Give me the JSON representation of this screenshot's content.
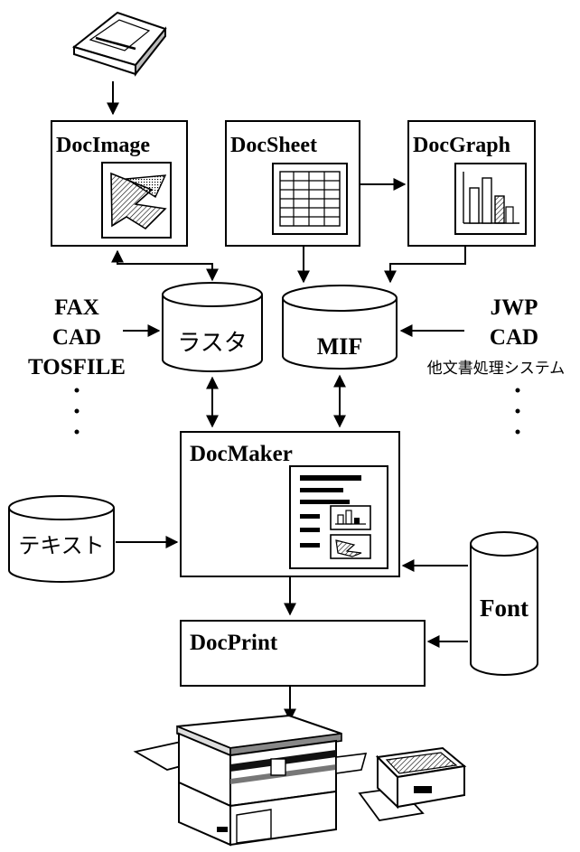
{
  "modules": {
    "docimage": "DocImage",
    "docsheet": "DocSheet",
    "docgraph": "DocGraph",
    "docmaker": "DocMaker",
    "docprint": "DocPrint"
  },
  "stores": {
    "raster": "ラスタ",
    "mif": "MIF",
    "text": "テキスト",
    "font": "Font"
  },
  "inputs_left": [
    "FAX",
    "CAD",
    "TOSFILE"
  ],
  "inputs_right": [
    "JWP",
    "CAD",
    "他文書処理システム"
  ],
  "icons": [
    "scanner-icon",
    "copier-icon",
    "laser-printer-icon"
  ]
}
